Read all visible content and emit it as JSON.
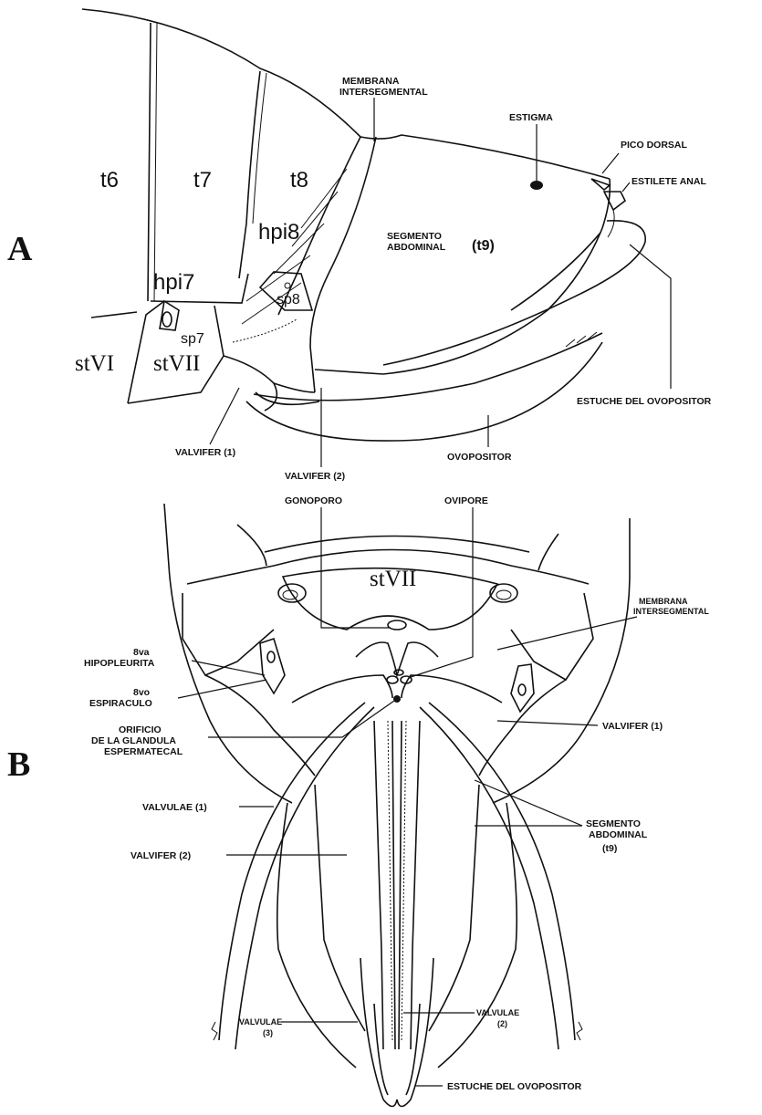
{
  "panels": {
    "a": {
      "letter": "A"
    },
    "b": {
      "letter": "B"
    }
  },
  "panel_a": {
    "segments": {
      "t6": "t6",
      "t7": "t7",
      "t8": "t8",
      "hpi7": "hpi7",
      "hpi8": "hpi8",
      "sp7": "sp7",
      "sp8": "sp8",
      "stvi": "stVI",
      "stvii": "stVII"
    },
    "labels": {
      "membrana_1": "MEMBRANA",
      "membrana_2": "INTERSEGMENTAL",
      "estigma": "ESTIGMA",
      "pico_dorsal": "PICO DORSAL",
      "estilete_anal": "ESTILETE ANAL",
      "segmento_1": "SEGMENTO",
      "segmento_2": "ABDOMINAL",
      "segmento_t9": "(t9)",
      "estuche": "ESTUCHE DEL OVOPOSITOR",
      "ovopositor": "OVOPOSITOR",
      "valvifer1": "VALVIFER (1)",
      "valvifer2": "VALVIFER (2)"
    }
  },
  "panel_b": {
    "segments": {
      "stvii": "stVII"
    },
    "labels": {
      "gonoporo": "GONOPORO",
      "ovipore": "OVIPORE",
      "membrana_1": "MEMBRANA",
      "membrana_2": "INTERSEGMENTAL",
      "hipo_1": "8va",
      "hipo_2": "HIPOPLEURITA",
      "espir_1": "8vo",
      "espir_2": "ESPIRACULO",
      "orificio_1": "ORIFICIO",
      "orificio_2": "DE LA GLANDULA",
      "orificio_3": "ESPERMATECAL",
      "valvifer1": "VALVIFER (1)",
      "valvulae1": "VALVULAE (1)",
      "valvifer2": "VALVIFER (2)",
      "segmento_1": "SEGMENTO",
      "segmento_2": "ABDOMINAL",
      "segmento_3": "(t9)",
      "valvulae3_1": "VALVULAE",
      "valvulae3_2": "(3)",
      "valvulae2_1": "VALVULAE",
      "valvulae2_2": "(2)",
      "estuche": "ESTUCHE DEL OVOPOSITOR"
    }
  }
}
